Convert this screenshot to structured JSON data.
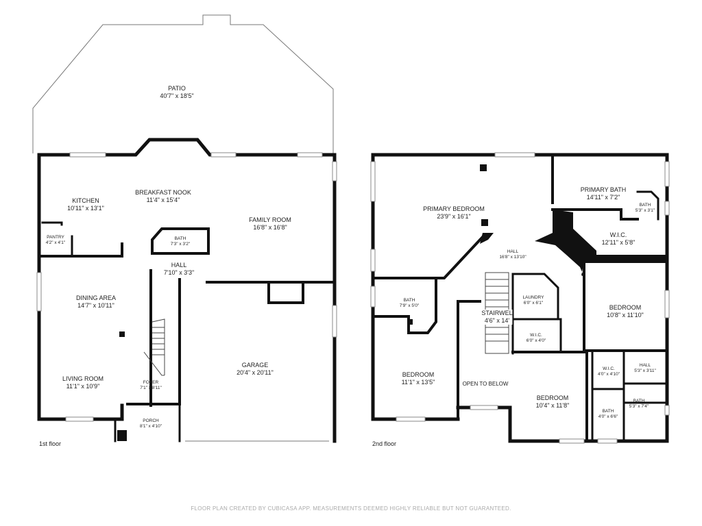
{
  "floors": [
    {
      "label": "1st floor",
      "rooms": [
        {
          "id": "patio",
          "name": "PATIO",
          "dims": "40'7\" x 18'5\""
        },
        {
          "id": "kitchen",
          "name": "KITCHEN",
          "dims": "10'11\" x 13'1\""
        },
        {
          "id": "breakfast-nook",
          "name": "BREAKFAST NOOK",
          "dims": "11'4\" x 15'4\""
        },
        {
          "id": "family-room",
          "name": "FAMILY ROOM",
          "dims": "16'8\" x 16'8\""
        },
        {
          "id": "pantry",
          "name": "PANTRY",
          "dims": "4'2\" x 4'1\""
        },
        {
          "id": "bath-1",
          "name": "BATH",
          "dims": "7'3\" x 3'2\""
        },
        {
          "id": "hall-1",
          "name": "HALL",
          "dims": "7'10\" x 3'3\""
        },
        {
          "id": "dining-area",
          "name": "DINING AREA",
          "dims": "14'7\" x 10'11\""
        },
        {
          "id": "garage",
          "name": "GARAGE",
          "dims": "20'4\" x 20'11\""
        },
        {
          "id": "living-room",
          "name": "LIVING ROOM",
          "dims": "11'1\" x 10'9\""
        },
        {
          "id": "foyer",
          "name": "FOYER",
          "dims": "7'1\" x 8'11\""
        },
        {
          "id": "porch",
          "name": "PORCH",
          "dims": "8'1\" x 4'10\""
        }
      ]
    },
    {
      "label": "2nd floor",
      "rooms": [
        {
          "id": "primary-bedroom",
          "name": "PRIMARY BEDROOM",
          "dims": "23'9\" x 16'1\""
        },
        {
          "id": "primary-bath",
          "name": "PRIMARY BATH",
          "dims": "14'11\" x 7'2\""
        },
        {
          "id": "bath-2a",
          "name": "BATH",
          "dims": "5'3\" x 3'1\""
        },
        {
          "id": "wic-primary",
          "name": "W.I.C.",
          "dims": "12'11\" x 5'8\""
        },
        {
          "id": "hall-2",
          "name": "HALL",
          "dims": "16'8\" x 13'10\""
        },
        {
          "id": "bath-2b",
          "name": "BATH",
          "dims": "7'9\" x 5'0\""
        },
        {
          "id": "laundry",
          "name": "LAUNDRY",
          "dims": "6'0\" x 6'1\""
        },
        {
          "id": "stairwell",
          "name": "STAIRWEL",
          "dims": "4'6\" x 14'"
        },
        {
          "id": "bedroom-right",
          "name": "BEDROOM",
          "dims": "10'8\" x 11'10\""
        },
        {
          "id": "wic-2",
          "name": "W.I.C.",
          "dims": "6'0\" x 4'0\""
        },
        {
          "id": "bedroom-left",
          "name": "BEDROOM",
          "dims": "11'1\" x 13'5\""
        },
        {
          "id": "open-to-below",
          "name": "OPEN TO BELOW",
          "dims": ""
        },
        {
          "id": "wic-3",
          "name": "W.I.C.",
          "dims": "4'0\" x 4'10\""
        },
        {
          "id": "hall-3",
          "name": "HALL",
          "dims": "5'3\" x 3'11\""
        },
        {
          "id": "bedroom-center",
          "name": "BEDROOM",
          "dims": "10'4\" x 11'8\""
        },
        {
          "id": "bath-2c",
          "name": "BATH",
          "dims": "5'3\" x 7'4\""
        },
        {
          "id": "bath-2d",
          "name": "BATH",
          "dims": "4'0\" x 6'6\""
        }
      ]
    }
  ],
  "disclaimer": "FLOOR PLAN CREATED BY CUBICASA APP. MEASUREMENTS DEEMED HIGHLY RELIABLE BUT NOT GUARANTEED."
}
